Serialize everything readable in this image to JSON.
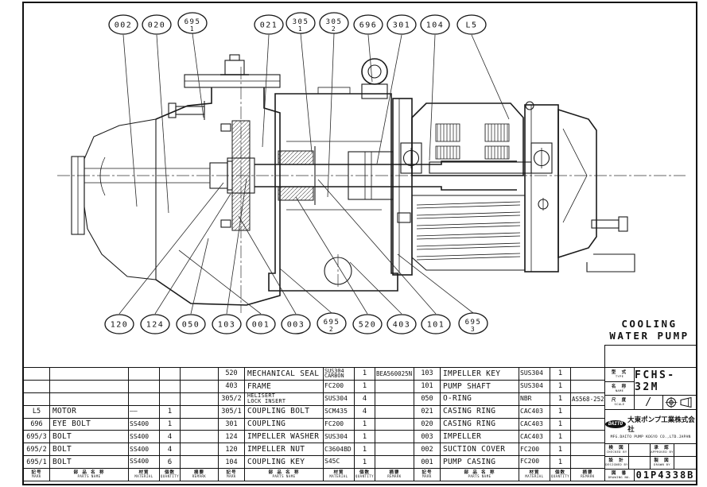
{
  "drawing_title": "COOLING\nWATER PUMP",
  "balloons": {
    "top": [
      "002",
      "020",
      "695/1",
      "021",
      "305/1",
      "305/2",
      "696",
      "301",
      "104",
      "L5"
    ],
    "bottom": [
      "120",
      "124",
      "050",
      "103",
      "001",
      "003",
      "695/2",
      "520",
      "403",
      "101",
      "695/3"
    ]
  },
  "parts_table": {
    "headers": {
      "mark_jp": "記号",
      "mark_en": "MARK",
      "name_jp": "部 品 名 称",
      "name_en": "PARTS NAME",
      "material_jp": "材質",
      "material_en": "MATERIAL",
      "qty_jp": "個数",
      "qty_en": "QUANTITY",
      "remark_jp": "摘要",
      "remark_en": "REMARK"
    },
    "left_rows": [
      {
        "mark": "",
        "name": "",
        "material": "",
        "qty": "",
        "remark": ""
      },
      {
        "mark": "",
        "name": "",
        "material": "",
        "qty": "",
        "remark": ""
      },
      {
        "mark": "",
        "name": "",
        "material": "",
        "qty": "",
        "remark": ""
      },
      {
        "mark": "L5",
        "name": "MOTOR",
        "material": "——",
        "qty": "1",
        "remark": ""
      },
      {
        "mark": "696",
        "name": "EYE BOLT",
        "material": "SS400",
        "qty": "1",
        "remark": ""
      },
      {
        "mark": "695/3",
        "name": "BOLT",
        "material": "SS400",
        "qty": "4",
        "remark": ""
      },
      {
        "mark": "695/2",
        "name": "BOLT",
        "material": "SS400",
        "qty": "4",
        "remark": ""
      },
      {
        "mark": "695/1",
        "name": "BOLT",
        "material": "SS400",
        "qty": "6",
        "remark": ""
      }
    ],
    "middle_rows": [
      {
        "mark": "520",
        "name": "MECHANICAL SEAL",
        "material": "SUS304\nCARBON",
        "qty": "1",
        "remark": "BEA560025N"
      },
      {
        "mark": "403",
        "name": "FRAME",
        "material": "FC200",
        "qty": "1",
        "remark": ""
      },
      {
        "mark": "305/2",
        "name": "HELISERT\n LOCK INSERT",
        "material": "SUS304",
        "qty": "4",
        "remark": ""
      },
      {
        "mark": "305/1",
        "name": "COUPLING BOLT",
        "material": "SCM435",
        "qty": "4",
        "remark": ""
      },
      {
        "mark": "301",
        "name": "COUPLING",
        "material": "FC200",
        "qty": "1",
        "remark": ""
      },
      {
        "mark": "124",
        "name": "IMPELLER WASHER",
        "material": "SUS304",
        "qty": "1",
        "remark": ""
      },
      {
        "mark": "120",
        "name": "IMPELLER NUT",
        "material": "C3604BD",
        "qty": "1",
        "remark": ""
      },
      {
        "mark": "104",
        "name": "COUPLING KEY",
        "material": "S45C",
        "qty": "1",
        "remark": ""
      }
    ],
    "right_rows": [
      {
        "mark": "103",
        "name": "IMPELLER KEY",
        "material": "SUS304",
        "qty": "1",
        "remark": ""
      },
      {
        "mark": "101",
        "name": "PUMP SHAFT",
        "material": "SUS304",
        "qty": "1",
        "remark": ""
      },
      {
        "mark": "050",
        "name": "O-RING",
        "material": "NBR",
        "qty": "1",
        "remark": "AS568-252"
      },
      {
        "mark": "021",
        "name": "CASING RING",
        "material": "CAC403",
        "qty": "1",
        "remark": ""
      },
      {
        "mark": "020",
        "name": "CASING RING",
        "material": "CAC403",
        "qty": "1",
        "remark": ""
      },
      {
        "mark": "003",
        "name": "IMPELLER",
        "material": "CAC403",
        "qty": "1",
        "remark": ""
      },
      {
        "mark": "002",
        "name": "SUCTION COVER",
        "material": "FC200",
        "qty": "1",
        "remark": ""
      },
      {
        "mark": "001",
        "name": "PUMP CASING",
        "material": "FC200",
        "qty": "1",
        "remark": ""
      }
    ]
  },
  "title_block": {
    "type_label_jp": "型 式",
    "type_label_en": "TYPE",
    "type_value": "FCHS-32M",
    "name_label_jp": "名 称",
    "name_label_en": "NAME",
    "scale_label_jp": "尺 度",
    "scale_label_en": "SCALE",
    "scale_value": "/",
    "logo_text": "DAITO",
    "company_jp": "大東ポンプ工業株式会社",
    "company_en": "MFG.DAITO PUMP KOGYO CO.,LTD.JAPAN",
    "checked_jp": "検 図",
    "checked_en": "CHECKED BY",
    "approved_jp": "承 認",
    "approved_en": "APPROVED BY",
    "designed_jp": "設 計",
    "designed_en": "DESIGNED BY",
    "drawn_jp": "製 図",
    "drawn_en": "DRAWN BY",
    "drawing_no_jp": "図 番",
    "drawing_no_en": "DRAWING NO.",
    "drawing_no_value": "01P4338B"
  }
}
